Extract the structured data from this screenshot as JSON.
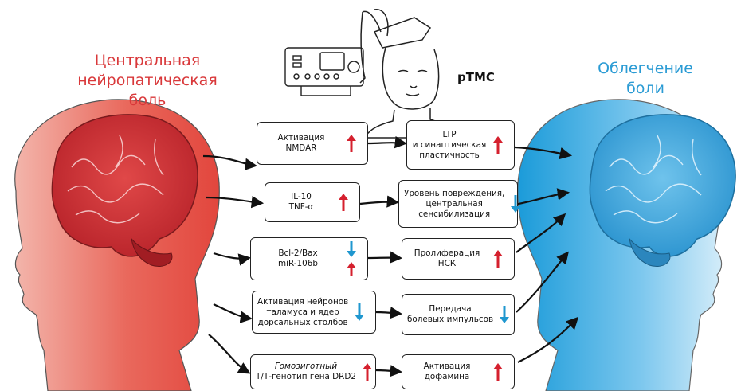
{
  "title_left": [
    "Центральная",
    "нейропатическая",
    "боль"
  ],
  "title_right": [
    "Облегчение",
    "боли"
  ],
  "device_label": "рТМС",
  "colors": {
    "pain_red": "#d9383a",
    "relief_blue": "#2a9bd4",
    "up_arrow": "#d5202e",
    "down_arrow": "#1f97cf"
  },
  "mechanisms": [
    {
      "lines": [
        "Активация",
        "NMDAR"
      ],
      "trend": "up"
    },
    {
      "lines": [
        "IL-10",
        "TNF-α"
      ],
      "trend": "up"
    },
    {
      "lines": [
        "Bcl-2/Bax",
        "miR-106b"
      ],
      "trend": "down-up"
    },
    {
      "lines": [
        "Активация нейронов",
        "таламуса и ядер",
        "дорсальных столбов"
      ],
      "trend": "down"
    },
    {
      "lines": [
        "Гомозиготный",
        "Т/Т-генотип гена DRD2"
      ],
      "trend": "up"
    }
  ],
  "effects": [
    {
      "lines": [
        "LTP",
        "и синаптическая",
        "пластичность"
      ],
      "trend": "up"
    },
    {
      "lines": [
        "Уровень повреждения,",
        "центральная",
        "сенсибилизация"
      ],
      "trend": "down"
    },
    {
      "lines": [
        "Пролиферация",
        "НСК"
      ],
      "trend": "up"
    },
    {
      "lines": [
        "Передача",
        "болевых импульсов"
      ],
      "trend": "down"
    },
    {
      "lines": [
        "Активация",
        "дофамина"
      ],
      "trend": "up"
    }
  ]
}
